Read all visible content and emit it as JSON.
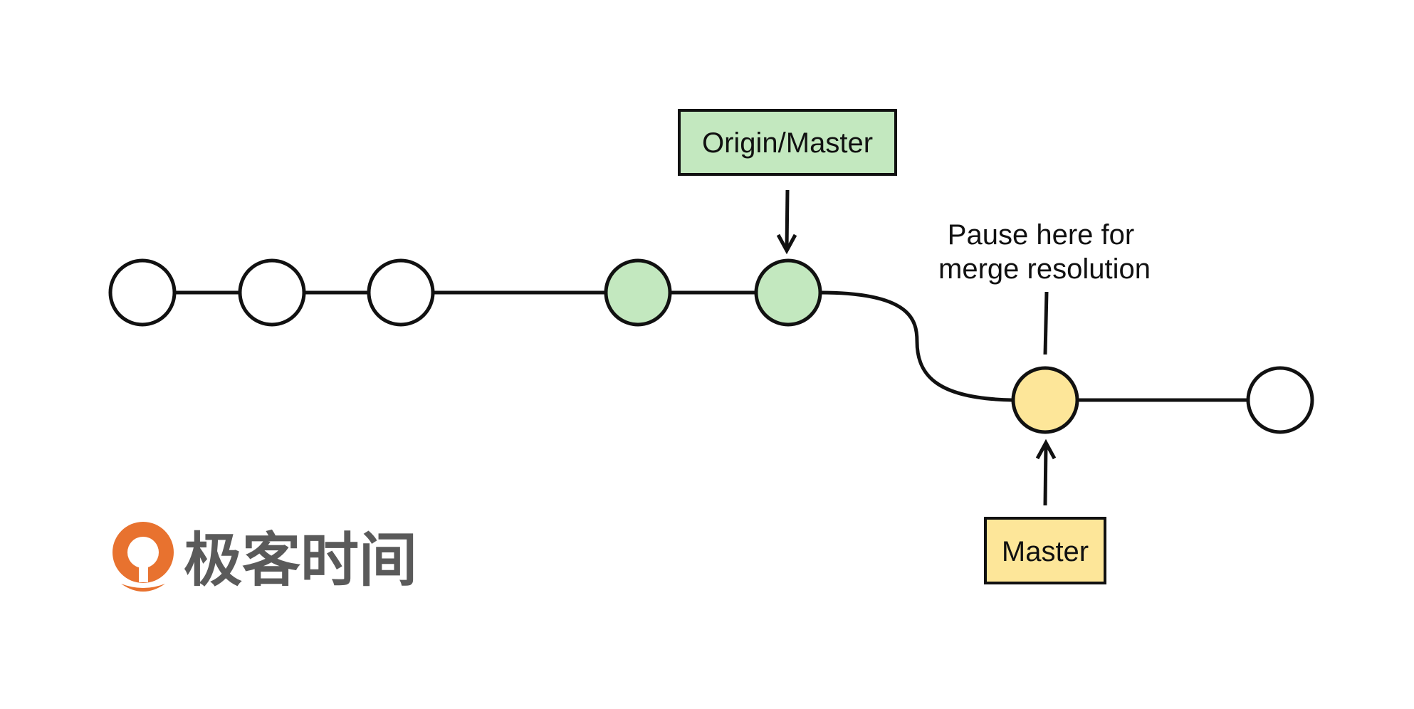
{
  "diagram": {
    "labels": {
      "origin_master": "Origin/Master",
      "master": "Master",
      "pause_line1": "Pause here for",
      "pause_line2": "merge resolution"
    },
    "colors": {
      "line": "#111111",
      "commit_default": "#ffffff",
      "commit_origin": "#c3e8bf",
      "commit_master": "#fde699",
      "origin_box_fill": "#c3e8bf",
      "master_box_fill": "#fde699",
      "logo_orange": "#e8722f",
      "logo_text": "#5a5a5a"
    },
    "commits": [
      {
        "id": "c1",
        "state": "plain"
      },
      {
        "id": "c2",
        "state": "plain"
      },
      {
        "id": "c3",
        "state": "plain"
      },
      {
        "id": "c4",
        "state": "origin"
      },
      {
        "id": "c5",
        "state": "origin"
      },
      {
        "id": "c6",
        "state": "master"
      },
      {
        "id": "c7",
        "state": "plain"
      }
    ]
  },
  "logo": {
    "text": "极客时间",
    "icon": "geektime-logo-icon"
  }
}
